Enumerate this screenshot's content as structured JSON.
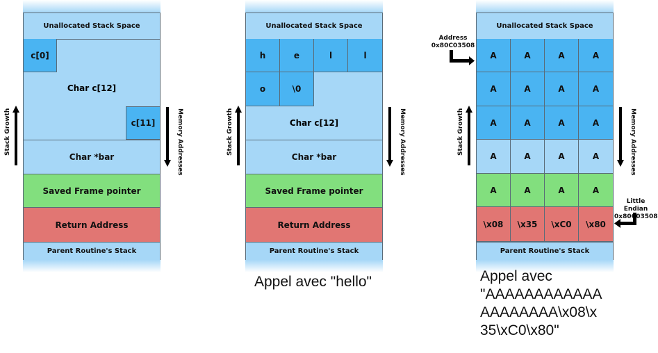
{
  "labels": {
    "unallocated": "Unallocated Stack Space",
    "parent": "Parent Routine's Stack",
    "saved_fp": "Saved Frame pointer",
    "ret": "Return Address",
    "bar": "Char *bar",
    "c12": "Char c[12]",
    "stack_growth": "Stack Growth",
    "memory_addresses": "Memory Addresses"
  },
  "panel1": {
    "c0": "c[0]",
    "c11": "c[11]"
  },
  "panel2": {
    "cells": [
      "h",
      "e",
      "l",
      "l",
      "o",
      "\\0"
    ],
    "caption": "Appel avec \"hello\""
  },
  "panel3": {
    "a": "A",
    "bytes": [
      "\\x08",
      "\\x35",
      "\\xC0",
      "\\x80"
    ],
    "address_title": "Address",
    "address_value": "0x80C03508",
    "endian_title": "Little Endian",
    "endian_value": "0x80C03508",
    "caption_lines": [
      "Appel avec",
      "\"AAAAAAAAAAAA",
      "AAAAAAAA\\x08\\x",
      "35\\xC0\\x80\""
    ]
  },
  "colors": {
    "light_blue": "#a6d7f7",
    "dark_blue": "#4ab4f2",
    "green": "#82df7e",
    "red": "#e17673"
  }
}
